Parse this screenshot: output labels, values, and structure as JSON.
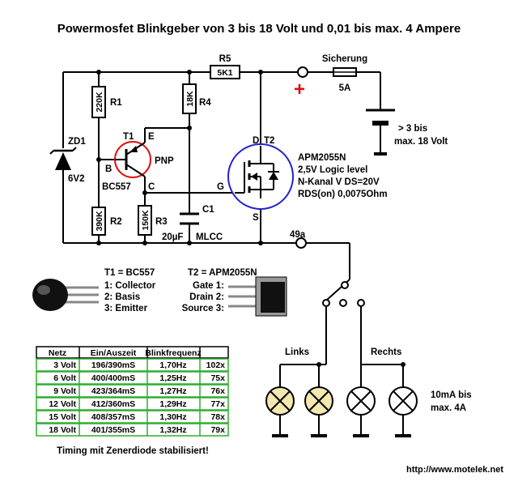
{
  "title": "Powermosfet Blinkgeber von 3 bis 18 Volt und 0,01 bis max. 4 Ampere",
  "components": {
    "r1": {
      "name": "R1",
      "value": "220K"
    },
    "r2": {
      "name": "R2",
      "value": "390K"
    },
    "r3": {
      "name": "R3",
      "value": "150K"
    },
    "r4": {
      "name": "R4",
      "value": "18K"
    },
    "r5": {
      "name": "R5",
      "value": "5K1"
    },
    "zd1": {
      "name": "ZD1",
      "value": "6V2"
    },
    "c1": {
      "name": "C1",
      "value": "20µF",
      "type": "MLCC"
    },
    "t1": {
      "name": "T1",
      "type": "PNP",
      "part": "BC557",
      "pin_b": "B",
      "pin_c": "C",
      "pin_e": "E"
    },
    "t2": {
      "name": "T2",
      "pin_d": "D",
      "pin_g": "G",
      "pin_s": "S",
      "spec_1": "APM2055N",
      "spec_2": "2,5V Logic level",
      "spec_3": "N-Kanal V DS=20V",
      "spec_4": "RDS(on) 0,0075Ohm"
    },
    "fuse": {
      "name": "Sicherung",
      "value": "5A"
    },
    "battery": {
      "line_1": "> 3 bis",
      "line_2": "max. 18 Volt"
    },
    "plus_sign": "+",
    "node_49a": "49a"
  },
  "pinouts": {
    "t1": {
      "title": "T1 = BC557",
      "pin_1": "1: Collector",
      "pin_2": "2: Basis",
      "pin_3": "3: Emitter"
    },
    "t2": {
      "title": "T2 =  APM2055N",
      "pin_1": "Gate 1:",
      "pin_2": "Drain 2:",
      "pin_3": "Source 3:"
    }
  },
  "lamps": {
    "left_label": "Links",
    "right_label": "Rechts",
    "load_1": "10mA bis",
    "load_2": "max. 4A"
  },
  "table": {
    "headers": [
      "Netz",
      "Ein/Auszeit",
      "Blinkfrequenz",
      ""
    ],
    "rows": [
      [
        "3 Volt",
        "196/390mS",
        "1,70Hz",
        "102x"
      ],
      [
        "6 Volt",
        "400/400mS",
        "1,25Hz",
        "75x"
      ],
      [
        "9 Volt",
        "423/364mS",
        "1,27Hz",
        "76x"
      ],
      [
        "12 Volt",
        "412/360mS",
        "1,29Hz",
        "77x"
      ],
      [
        "15 Volt",
        "408/357mS",
        "1,30Hz",
        "78x"
      ],
      [
        "18 Volt",
        "401/355mS",
        "1,32Hz",
        "79x"
      ]
    ],
    "border_color_header": "#000000",
    "border_color_rows": "#2fae2f"
  },
  "note": "Timing mit Zenerdiode stabilisiert!",
  "url": "http://www.motelek.net",
  "colors": {
    "mosfet_circle": "#2222cc",
    "plus": "#e01010",
    "lamp_on": "#f2e8b0",
    "table_green": "#2fae2f"
  }
}
